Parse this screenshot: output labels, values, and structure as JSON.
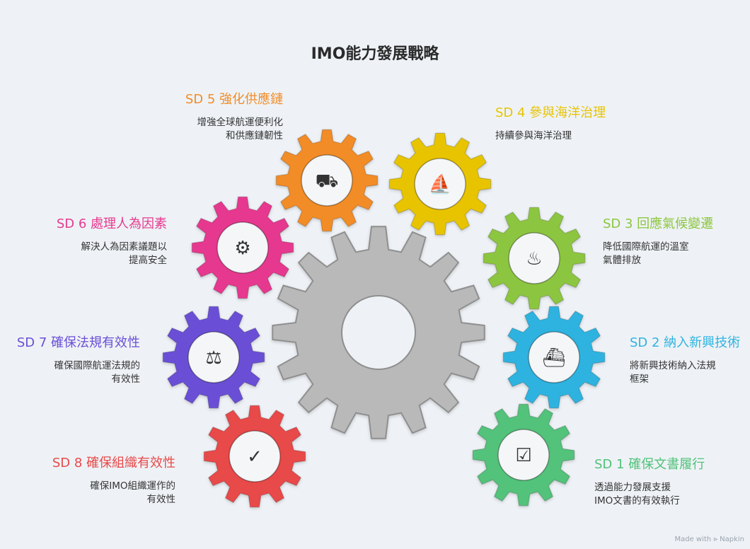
{
  "title": "IMO能力發展戰略",
  "footer": "Made with ⪢ Napkin",
  "items": [
    {
      "id": "sd1",
      "heading": "SD 1 確保文書履行",
      "desc": "透過能力發展支援\nIMO文書的有效執行",
      "color": "#52c27a",
      "icon": "document-check-icon"
    },
    {
      "id": "sd2",
      "heading": "SD 2 納入新興技術",
      "desc": "將新興技術納入法規\n框架",
      "color": "#2fb3e0",
      "icon": "ship-icon"
    },
    {
      "id": "sd3",
      "heading": "SD 3 回應氣候變遷",
      "desc": "降低國際航運的溫室\n氣體排放",
      "color": "#8cc63f",
      "icon": "climate-swimmer-icon"
    },
    {
      "id": "sd4",
      "heading": "SD 4 參與海洋治理",
      "desc": "持續參與海洋治理",
      "color": "#e8c400",
      "icon": "sailboat-icon"
    },
    {
      "id": "sd5",
      "heading": "SD 5 強化供應鏈",
      "desc": "增強全球航運便利化\n和供應鏈韌性",
      "color": "#f28c28",
      "icon": "cargo-truck-icon"
    },
    {
      "id": "sd6",
      "heading": "SD 6 處理人為因素",
      "desc": "解決人為因素議題以\n提高安全",
      "color": "#e6398f",
      "icon": "people-gear-icon"
    },
    {
      "id": "sd7",
      "heading": "SD 7 確保法規有效性",
      "desc": "確保國際航運法規的\n有效性",
      "color": "#6a4fd6",
      "icon": "gavel-icon"
    },
    {
      "id": "sd8",
      "heading": "SD 8 確保組織有效性",
      "desc": "確保IMO組織運作的\n有效性",
      "color": "#e84a4a",
      "icon": "gear-check-icon"
    }
  ]
}
